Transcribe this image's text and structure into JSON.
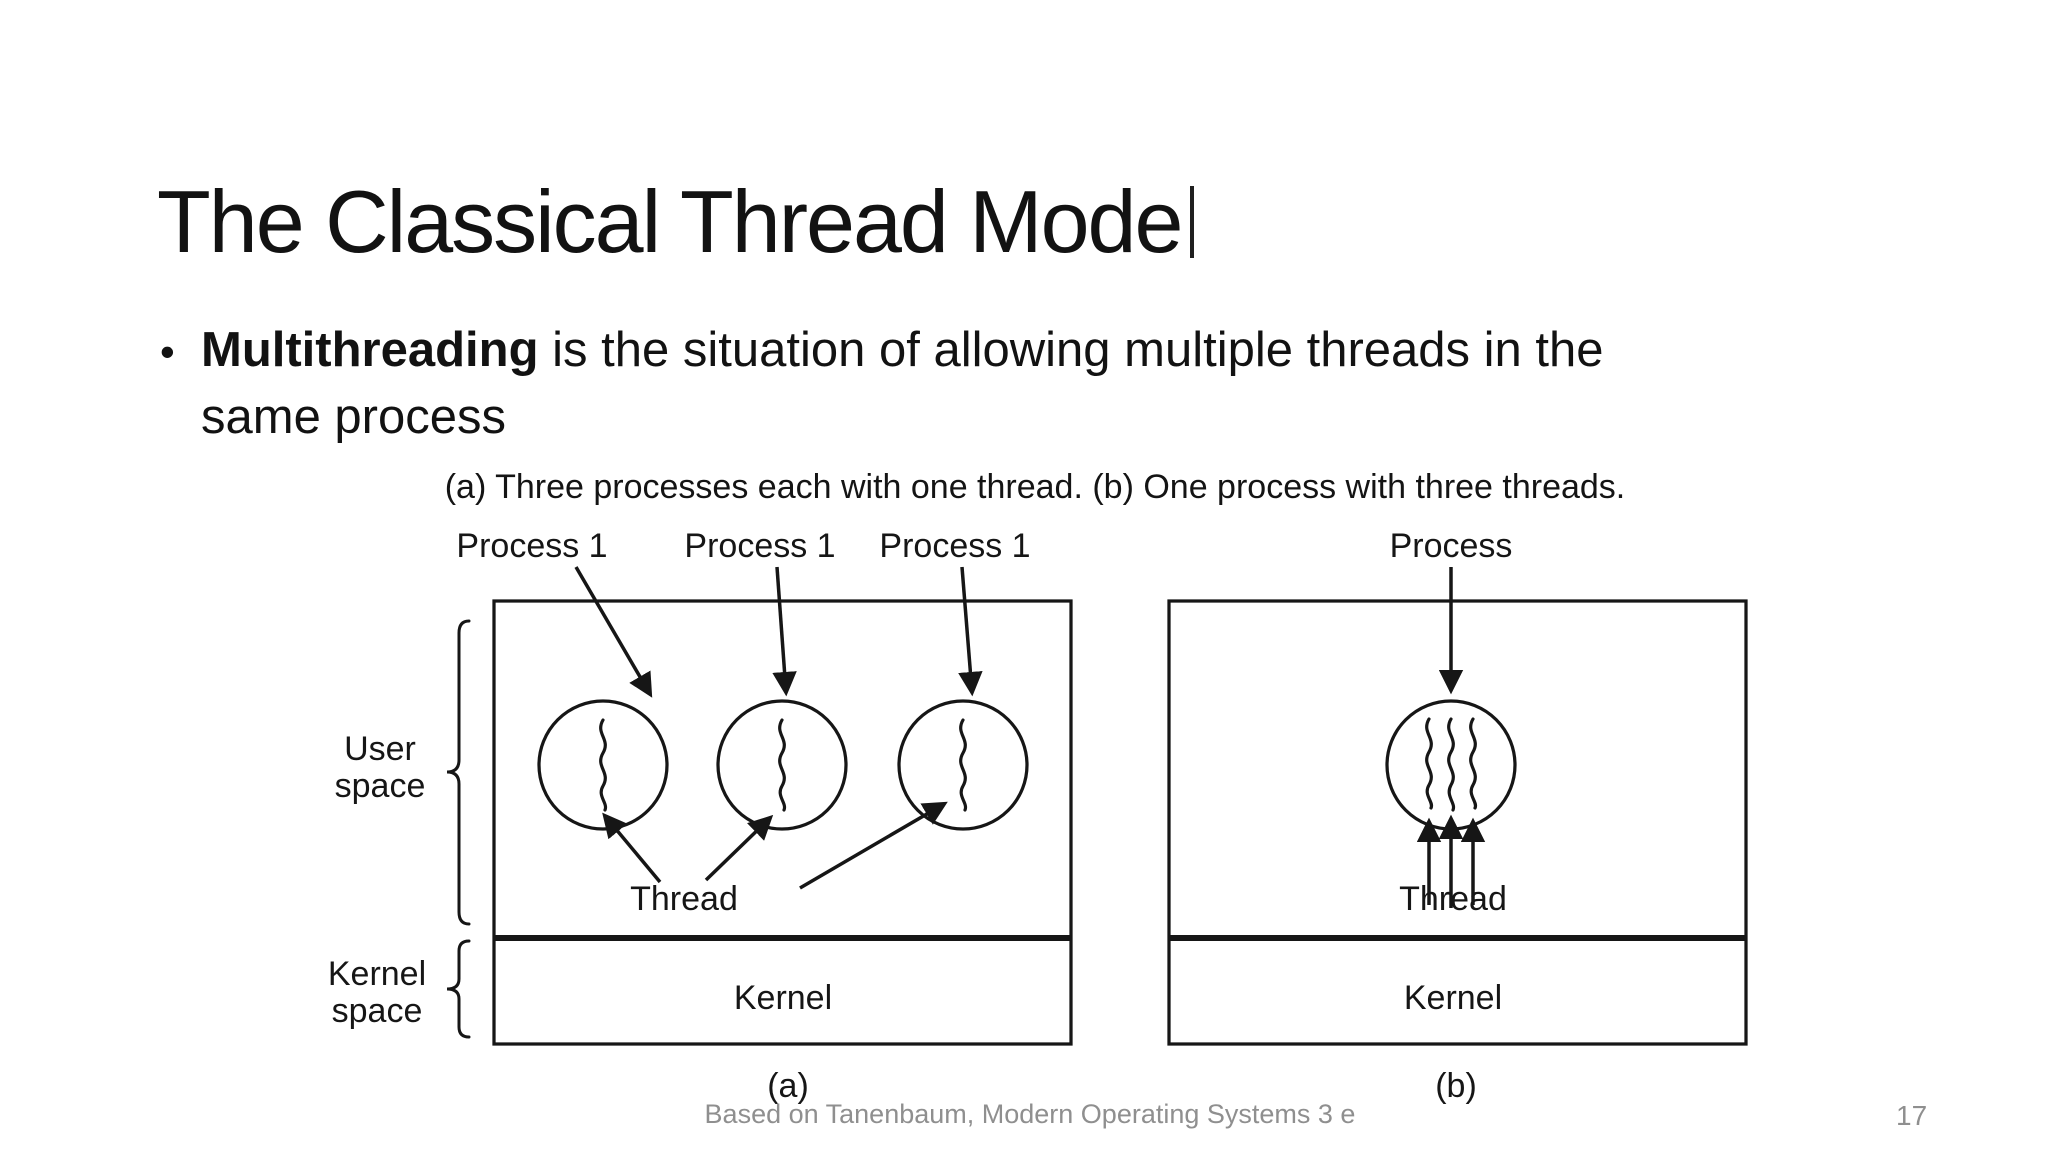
{
  "slide": {
    "title": "The Classical Thread Mode",
    "title_cursor_visible": true,
    "bullet_glyph": "•",
    "bullet_bold": "Multithreading",
    "bullet_rest": " is the situation of allowing multiple threads in the",
    "bullet_line2": "same process",
    "caption": "(a) Three processes each with one thread. (b) One process with three threads.",
    "footer": "Based on Tanenbaum, Modern Operating Systems 3 e",
    "page_number": "17"
  },
  "figure_a": {
    "process_labels": [
      "Process 1",
      "Process 1",
      "Process 1"
    ],
    "thread_label": "Thread",
    "user_space": [
      "User",
      "space"
    ],
    "kernel_space": [
      "Kernel",
      "space"
    ],
    "kernel_label": "Kernel",
    "sub_label": "(a)"
  },
  "figure_b": {
    "process_label": "Process",
    "thread_label": "Thread",
    "kernel_label": "Kernel",
    "sub_label": "(b)"
  },
  "colors": {
    "text": "#141414",
    "muted_text": "#8f8f8f",
    "background": "#ffffff"
  }
}
